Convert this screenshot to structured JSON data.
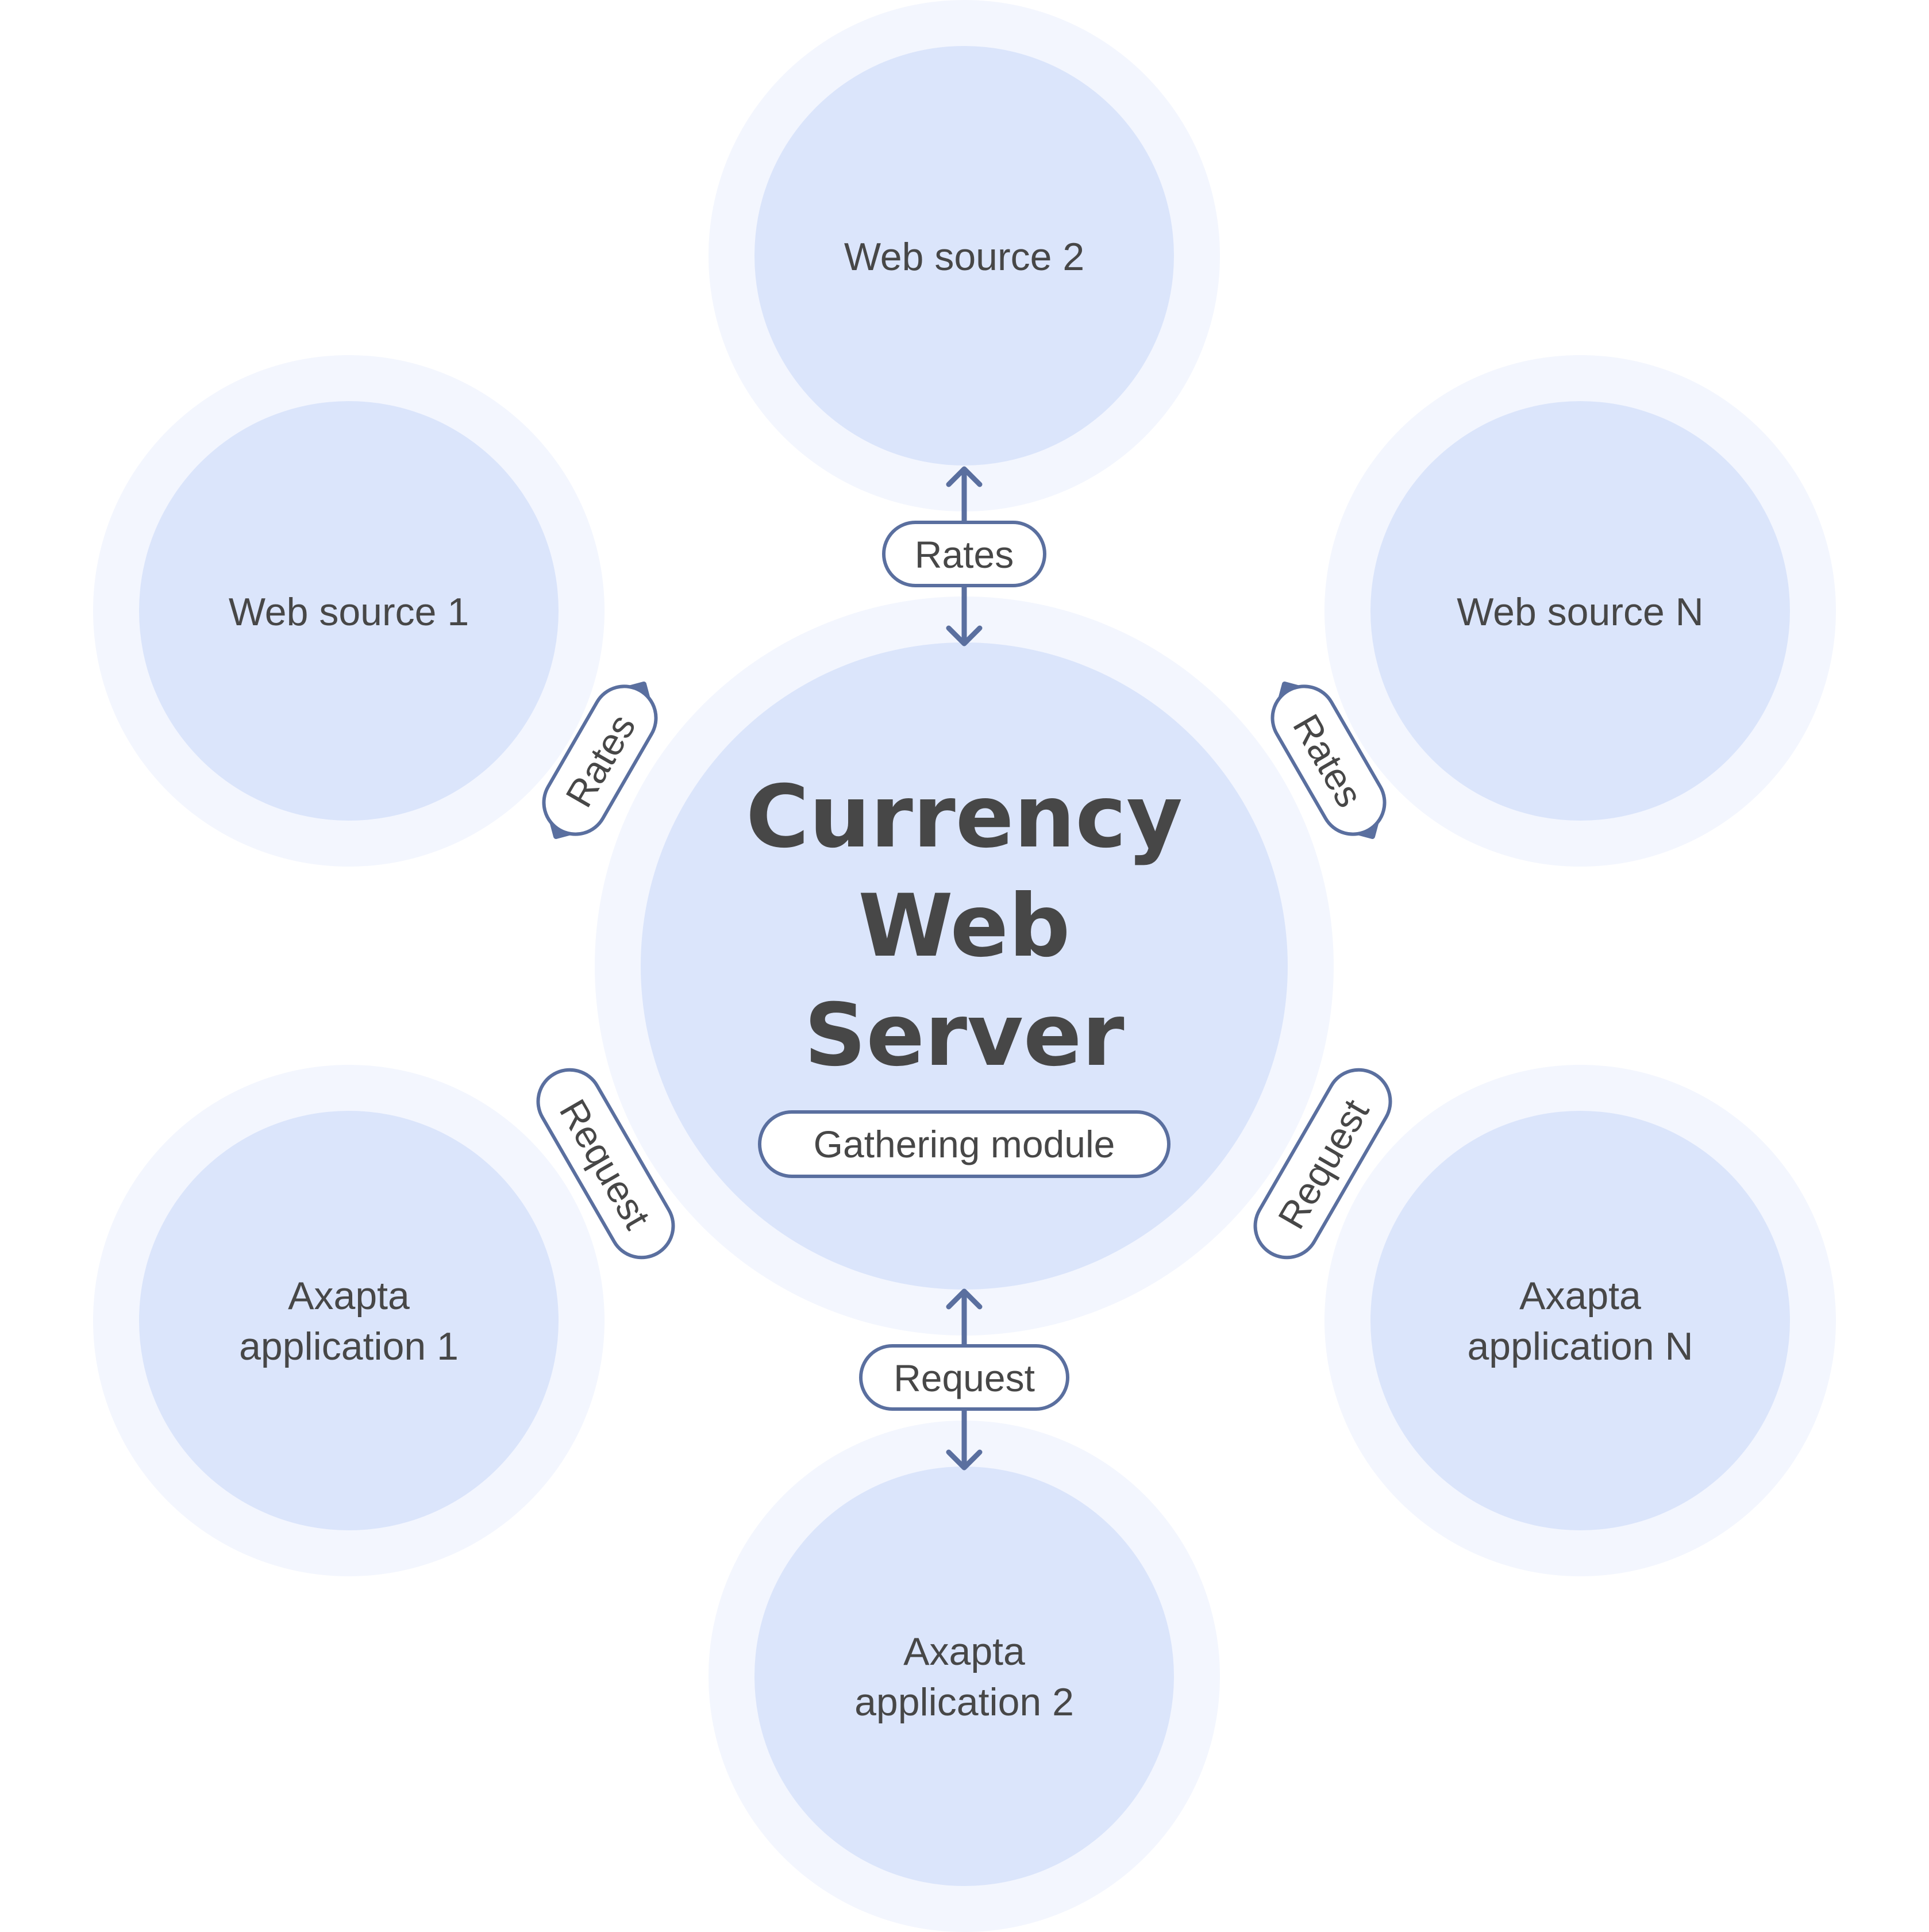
{
  "center": {
    "title_lines": [
      "Currency",
      "Web",
      "Server"
    ],
    "module_label": "Gathering module"
  },
  "nodes": {
    "web_source_2": {
      "lines": [
        "Web source 2"
      ]
    },
    "web_source_1": {
      "lines": [
        "Web source 1"
      ]
    },
    "web_source_n": {
      "lines": [
        "Web source N"
      ]
    },
    "axapta_1": {
      "lines": [
        "Axapta",
        "application 1"
      ]
    },
    "axapta_n": {
      "lines": [
        "Axapta",
        "application N"
      ]
    },
    "axapta_2": {
      "lines": [
        "Axapta",
        "application 2"
      ]
    }
  },
  "connectors": {
    "top": "Rates",
    "upper_left": "Rates",
    "upper_right": "Rates",
    "lower_left": "Request",
    "lower_right": "Request",
    "bottom": "Request"
  },
  "colors": {
    "halo": "#f3f6fe",
    "disc": "#dbe5fb",
    "stroke": "#5a6f9f",
    "text": "#474747"
  }
}
